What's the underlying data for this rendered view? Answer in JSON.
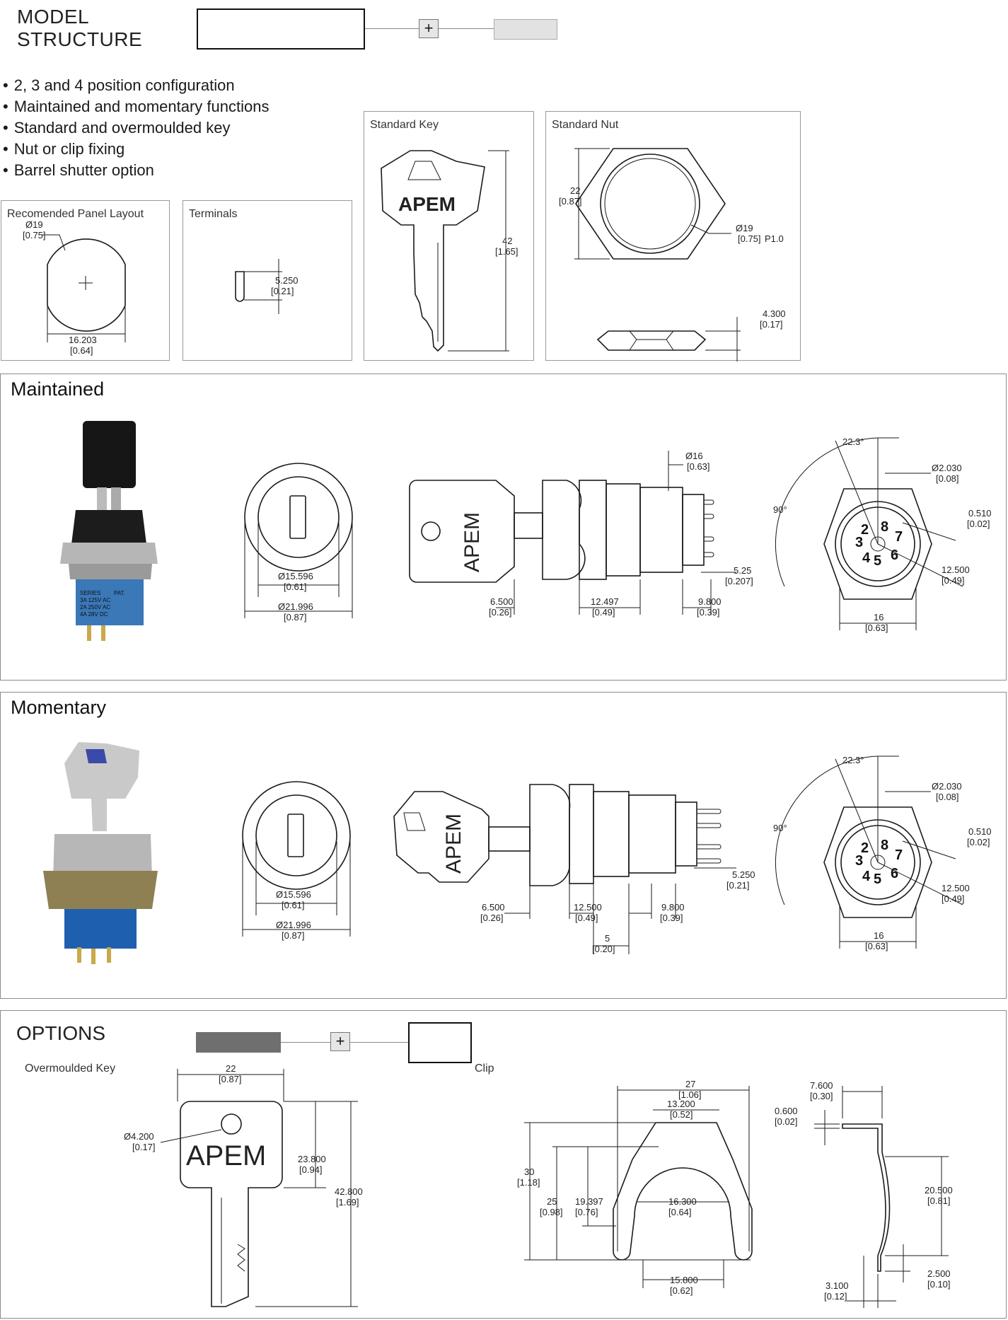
{
  "header": {
    "model_structure_line1": "MODEL",
    "model_structure_line2": "STRUCTURE",
    "plus": "+"
  },
  "features": [
    "2, 3 and 4 position configuration",
    "Maintained and momentary functions",
    "Standard and overmoulded key",
    "Nut or clip fixing",
    "Barrel shutter option"
  ],
  "panels": {
    "panel_layout": {
      "title": "Recomended Panel Layout",
      "diameter": "Ø19",
      "diameter_in": "[0.75]",
      "width": "16.203",
      "width_in": "[0.64]"
    },
    "terminals": {
      "title": "Terminals",
      "dim": "5.250",
      "dim_in": "[0.21]"
    },
    "standard_key": {
      "title": "Standard Key",
      "brand": "APEM",
      "length": "42",
      "length_in": "[1.65]"
    },
    "standard_nut": {
      "title": "Standard Nut",
      "height": "22",
      "height_in": "[0.87]",
      "diameter": "Ø19",
      "diameter_in": "[0.75]",
      "thread": "P1.0",
      "thickness": "4.300",
      "thickness_in": "[0.17]"
    }
  },
  "maintained": {
    "title": "Maintained",
    "photo_text": [
      "SERIES",
      "PAT.",
      "3A  125V AC",
      "2A  250V AC",
      "4A  28V DC"
    ],
    "front": {
      "d1": "Ø15.596",
      "d1_in": "[0.61]",
      "d2": "Ø21.996",
      "d2_in": "[0.87]"
    },
    "side": {
      "brand": "APEM",
      "d16": "Ø16",
      "d16_in": "[0.63]",
      "a": "6.500",
      "a_in": "[0.26]",
      "b": "12.497",
      "b_in": "[0.49]",
      "c": "9.800",
      "c_in": "[0.39]",
      "d": "5.25",
      "d_in": "[0.207]"
    },
    "rear": {
      "angle1": "22.3°",
      "angle2": "90°",
      "pin": "Ø2.030",
      "pin_in": "[0.08]",
      "t": "0.510",
      "t_in": "[0.02]",
      "r": "12.500",
      "r_in": "[0.49]",
      "w": "16",
      "w_in": "[0.63]"
    }
  },
  "momentary": {
    "title": "Momentary",
    "front": {
      "d1": "Ø15.596",
      "d1_in": "[0.61]",
      "d2": "Ø21.996",
      "d2_in": "[0.87]"
    },
    "side": {
      "brand": "APEM",
      "a": "6.500",
      "a_in": "[0.26]",
      "b": "12.500",
      "b_in": "[0.49]",
      "c": "9.800",
      "c_in": "[0.39]",
      "d": "5.250",
      "d_in": "[0.21]",
      "e": "5",
      "e_in": "[0.20]"
    },
    "rear": {
      "angle1": "22.3°",
      "angle2": "90°",
      "pin": "Ø2.030",
      "pin_in": "[0.08]",
      "t": "0.510",
      "t_in": "[0.02]",
      "r": "12.500",
      "r_in": "[0.49]",
      "w": "16",
      "w_in": "[0.63]"
    }
  },
  "options": {
    "title": "OPTIONS",
    "plus": "+",
    "overmoulded_key": {
      "title": "Overmoulded Key",
      "brand": "APEM",
      "w": "22",
      "w_in": "[0.87]",
      "hole": "Ø4.200",
      "hole_in": "[0.17]",
      "h1": "23.800",
      "h1_in": "[0.94]",
      "h2": "42.800",
      "h2_in": "[1.69]"
    },
    "clip": {
      "title": "Clip",
      "w27": "27",
      "w27_in": "[1.06]",
      "w13": "13.200",
      "w13_in": "[0.52]",
      "h30": "30",
      "h30_in": "[1.18]",
      "h25": "25",
      "h25_in": "[0.98]",
      "h19": "19.397",
      "h19_in": "[0.76]",
      "w16": "16.300",
      "w16_in": "[0.64]",
      "w15": "15.800",
      "w15_in": "[0.62]",
      "s76": "7.600",
      "s76_in": "[0.30]",
      "s06": "0.600",
      "s06_in": "[0.02]",
      "s205": "20.500",
      "s205_in": "[0.81]",
      "s31": "3.100",
      "s31_in": "[0.12]",
      "s25": "2.500",
      "s25_in": "[0.10]"
    }
  }
}
